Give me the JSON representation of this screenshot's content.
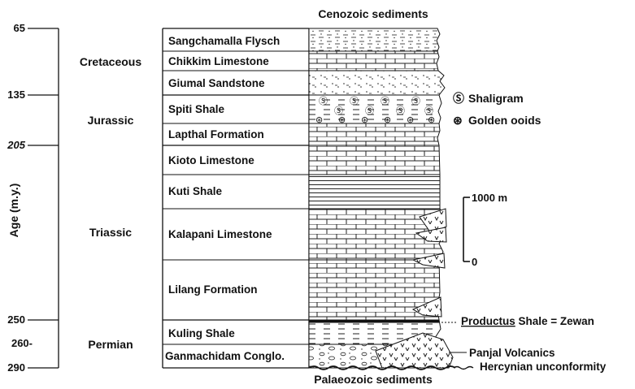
{
  "header_top": "Cenozoic sediments",
  "footer_bottom": "Palaeozoic sediments",
  "y_axis_label": "Age (m.y.)",
  "age_ticks": [
    {
      "label": "65",
      "italic": false
    },
    {
      "label": "135",
      "italic": false
    },
    {
      "label": "205",
      "italic": true
    },
    {
      "label": "250",
      "italic": false
    },
    {
      "label": "260-",
      "italic": false
    },
    {
      "label": "290",
      "italic": false
    }
  ],
  "periods": [
    "Cretaceous",
    "Jurassic",
    "Triassic",
    "Permian"
  ],
  "formations": [
    "Sangchamalla Flysch",
    "Chikkim Limestone",
    "Giumal Sandstone",
    "Spiti Shale",
    "Lapthal Formation",
    "Kioto Limestone",
    "Kuti Shale",
    "Kalapani Limestone",
    "Lilang Formation",
    "Kuling Shale",
    "Ganmachidam Conglo."
  ],
  "legend": {
    "shaligram_symbol": "Ⓢ",
    "shaligram": "Shaligram",
    "ooids_symbol": "⊛",
    "ooids": "Golden ooids"
  },
  "scale_bar": {
    "top_label": "1000 m",
    "bottom_label": "0"
  },
  "annotations": {
    "productus_name": "Productus",
    "productus_rest": " Shale = Zewan",
    "panjal": "Panjal Volcanics",
    "hercynian": "Hercynian unconformity"
  }
}
